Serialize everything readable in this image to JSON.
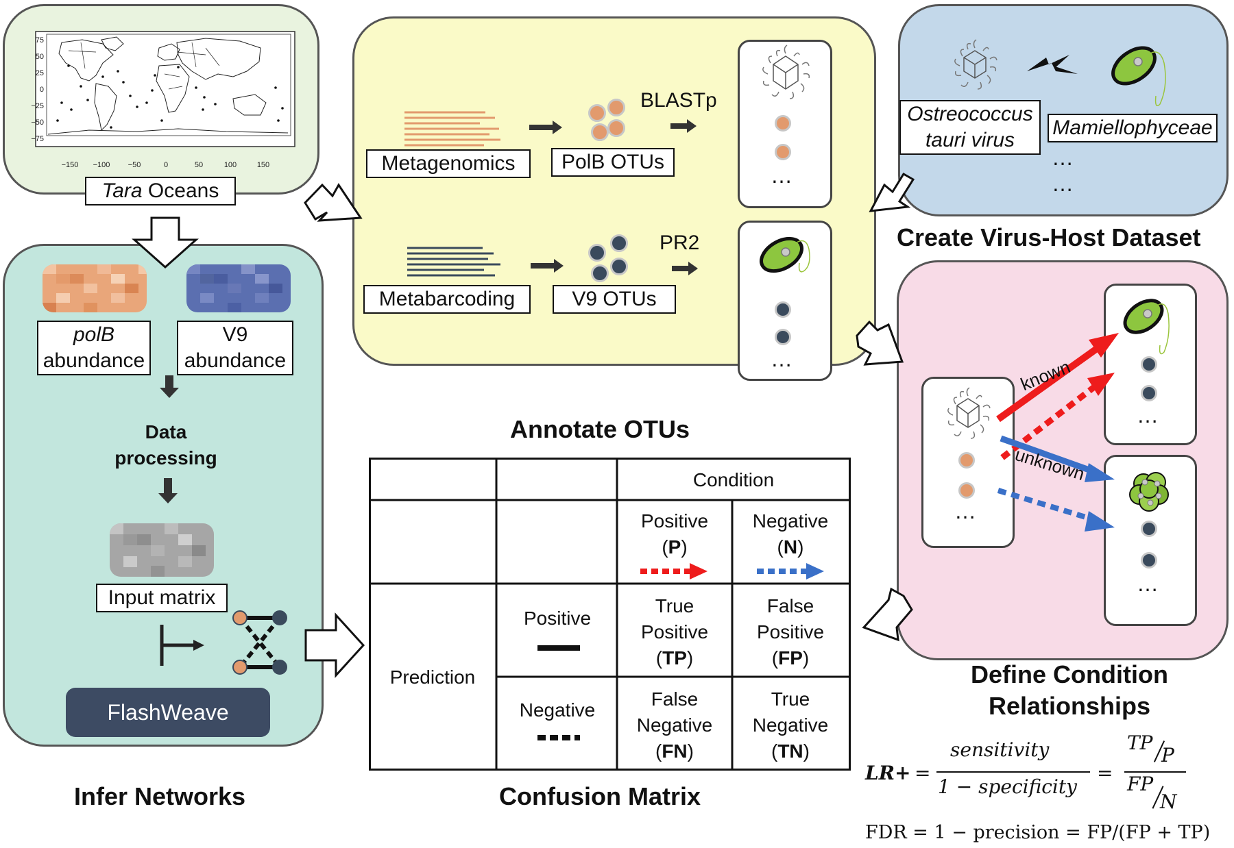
{
  "panels": {
    "tara": {
      "label_italic": "Tara",
      "label_rest": " Oceans"
    },
    "annotate": {
      "title": "Annotate OTUs",
      "metagenomics": "Metagenomics",
      "polb_otus": "PolB OTUs",
      "blastp": "BLASTp",
      "metabarcoding": "Metabarcoding",
      "v9_otus": "V9 OTUs",
      "pr2": "PR2",
      "ellipsis": "…"
    },
    "virus_host": {
      "title": "Create Virus-Host Dataset",
      "virus_line1": "Ostreococcus",
      "virus_line2": "tauri virus",
      "host": "Mamiellophyceae",
      "ellipsis": "…"
    },
    "infer": {
      "title": "Infer Networks",
      "polb_line1": "polB",
      "polb_line2": "abundance",
      "v9_line1": "V9",
      "v9_line2": "abundance",
      "processing_line1": "Data",
      "processing_line2": "processing",
      "input_matrix": "Input matrix",
      "flashweave": "FlashWeave"
    },
    "define": {
      "title_line1": "Define Condition",
      "title_line2": "Relationships",
      "known": "known",
      "unknown": "unknown",
      "ellipsis": "…"
    }
  },
  "map": {
    "y_ticks": [
      "75",
      "50",
      "25",
      "0",
      "−25",
      "−50",
      "−75"
    ],
    "x_ticks": [
      "−150",
      "−100",
      "−50",
      "0",
      "50",
      "100",
      "150"
    ]
  },
  "confusion": {
    "title": "Confusion Matrix",
    "condition": "Condition",
    "prediction": "Prediction",
    "pos_cond_line1": "Positive",
    "pos_cond_line2_pre": "(",
    "pos_cond_abbr": "P",
    "pos_cond_line2_post": ")",
    "neg_cond_line1": "Negative",
    "neg_cond_line2_pre": "(",
    "neg_cond_abbr": "N",
    "neg_cond_line2_post": ")",
    "pos_pred": "Positive",
    "neg_pred": "Negative",
    "tp_l1": "True",
    "tp_l2": "Positive",
    "tp_abbr": "TP",
    "fp_l1": "False",
    "fp_l2": "Positive",
    "fp_abbr": "FP",
    "fn_l1": "False",
    "fn_l2": "Negative",
    "fn_abbr": "FN",
    "tn_l1": "True",
    "tn_l2": "Negative",
    "tn_abbr": "TN"
  },
  "formulas": {
    "lr_lhs": "LR+",
    "eq": "=",
    "sensitivity": "sensitivity",
    "one_minus_specificity": "1 − specificity",
    "tp": "TP",
    "p": "P",
    "fp": "FP",
    "n": "N",
    "fdr": "FDR = 1 − precision = FP/(FP + TP)"
  },
  "colors": {
    "tara_bg": "#e9f3df",
    "annotate_bg": "#fafac8",
    "virus_bg": "#c3d8ea",
    "infer_bg": "#c2e6dd",
    "define_bg": "#f8dbe7",
    "orange": "#e29a6d",
    "navy": "#3a4a5c",
    "red": "#ee1c1c",
    "blue": "#3a70c8",
    "green": "#8dc63f"
  }
}
